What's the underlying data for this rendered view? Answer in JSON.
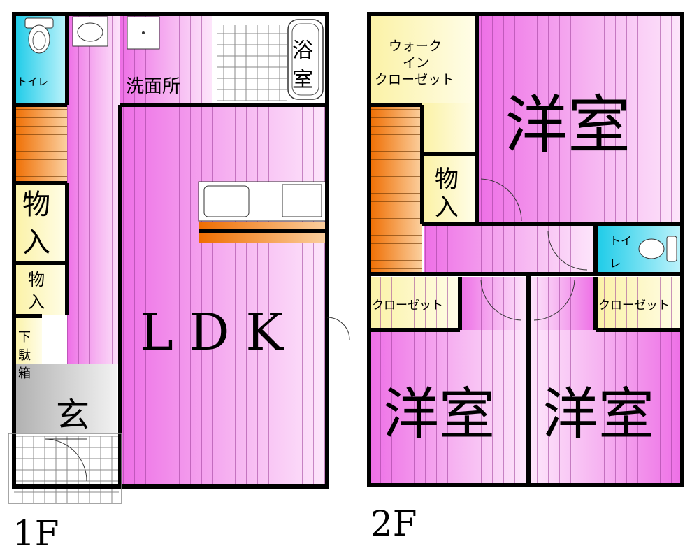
{
  "floor1": {
    "label": "1F",
    "rooms": {
      "toilet": "トイレ",
      "washroom": "洗面所",
      "bath_line1": "浴",
      "bath_line2": "室",
      "storage_a_line1": "物",
      "storage_a_line2": "入",
      "storage_b_line1": "物",
      "storage_b_line2": "入",
      "shoe_box_line1": "下",
      "shoe_box_line2": "駄",
      "shoe_box_line3": "箱",
      "entrance": "玄",
      "ldk": "L D K"
    }
  },
  "floor2": {
    "label": "2F",
    "rooms": {
      "walkin_line1": "ウォーク",
      "walkin_line2": "イン",
      "walkin_line3": "クローゼット",
      "storage_line1": "物",
      "storage_line2": "入",
      "western_top": "洋室",
      "toilet_line1": "トイ",
      "toilet_line2": "レ",
      "closet_left": "クローゼット",
      "closet_right": "クローゼット",
      "western_left": "洋室",
      "western_right": "洋室"
    }
  },
  "colors": {
    "wall": "#000000",
    "room_pink": "#f07cec",
    "toilet_cyan": "#33d6f0",
    "closet_cream": "#fff8c4",
    "stairs_orange": "#f07a10",
    "entrance_gray": "#c8c8c8"
  }
}
